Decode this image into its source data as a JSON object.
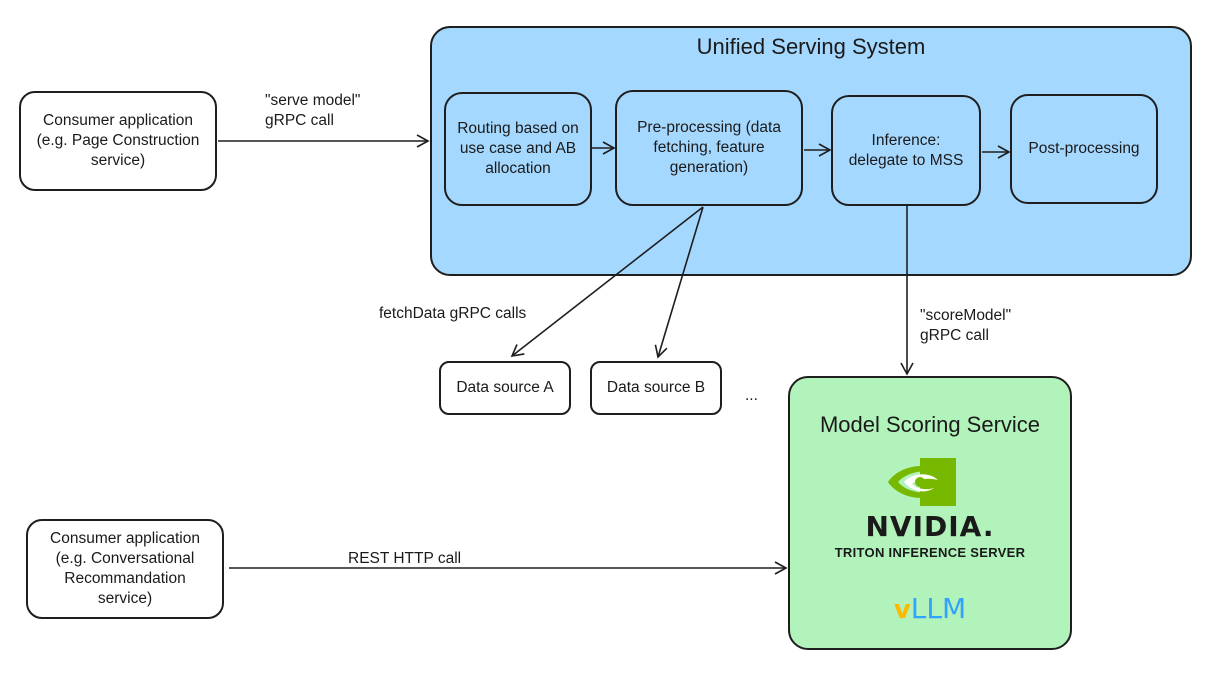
{
  "consumer_top": {
    "label": "Consumer application\n(e.g. Page Construction\nservice)"
  },
  "consumer_bottom": {
    "label": "Consumer application\n(e.g. Conversational\nRecommandation\nservice)"
  },
  "uss": {
    "title": "Unified Serving System",
    "steps": [
      "Routing based on\nuse case and AB\nallocation",
      "Pre-processing (data\nfetching, feature\ngeneration)",
      "Inference:\ndelegate to MSS",
      "Post-processing"
    ]
  },
  "labels": {
    "serve_model": "\"serve model\"\ngRPC call",
    "fetch_data": "fetchData gRPC calls",
    "score_model": "\"scoreModel\"\ngRPC call",
    "rest_call": "REST HTTP call"
  },
  "data_sources": [
    "Data source A",
    "Data source B"
  ],
  "data_sources_more": "...",
  "mss": {
    "title": "Model Scoring Service",
    "nvidia_word": "NVIDIA.",
    "triton": "TRITON INFERENCE SERVER",
    "vllm_v": "v",
    "vllm_text": "LLM",
    "colors": {
      "nvidia_green": "#76b900",
      "vllm_blue": "#30a2ff",
      "vllm_yellow": "#fcb900"
    }
  },
  "colors": {
    "uss_fill": "#a5d8ff",
    "mss_fill": "#b2f2bb",
    "stroke": "#1e1e1e"
  }
}
